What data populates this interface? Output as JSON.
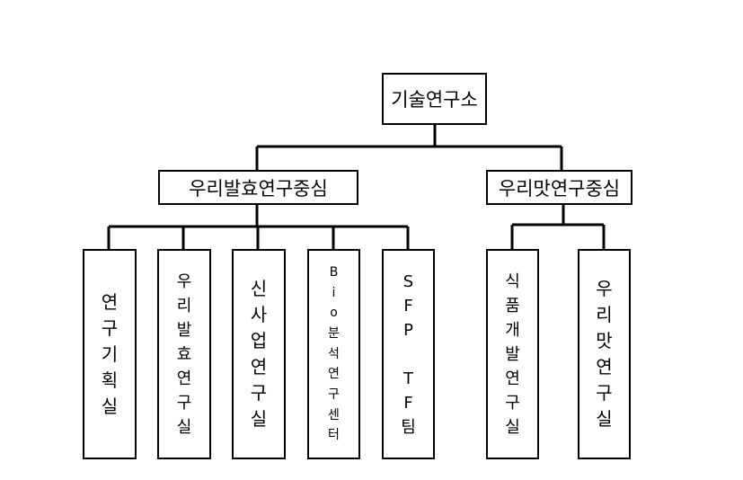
{
  "root": {
    "label": "기술연구소"
  },
  "centers": [
    {
      "label": "우리발효연구중심",
      "units": [
        {
          "label": "연구기획실"
        },
        {
          "label": "우리발효연구실"
        },
        {
          "label": "신사업연구실"
        },
        {
          "label": "Bio분석연구센터"
        },
        {
          "label": "SFP TF팀"
        }
      ]
    },
    {
      "label": "우리맛연구중심",
      "units": [
        {
          "label": "식품개발연구실"
        },
        {
          "label": "우리맛연구실"
        }
      ]
    }
  ]
}
